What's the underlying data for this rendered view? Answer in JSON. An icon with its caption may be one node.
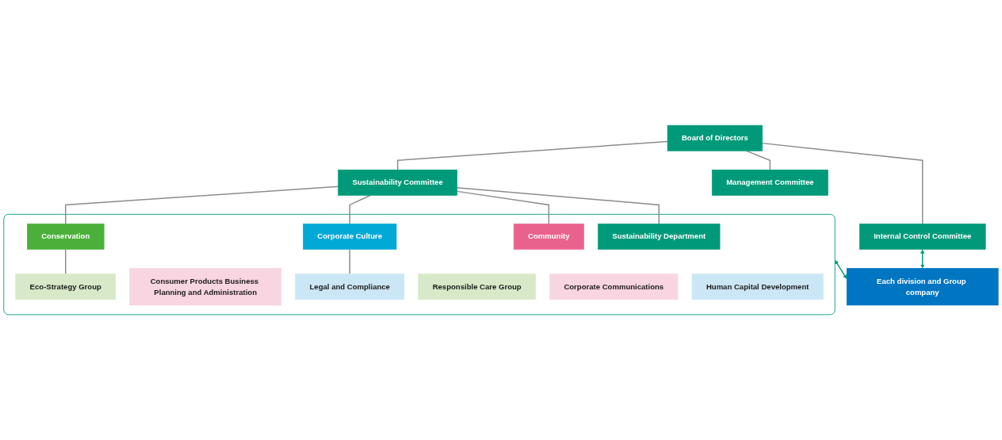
{
  "diagram": {
    "nodes": [
      {
        "text": [
          "Board of Directors"
        ]
      },
      {
        "text": [
          "Internal Control Committee"
        ]
      },
      {
        "text": [
          "Sustainability Committee"
        ]
      },
      {
        "text": [
          "Management Committee"
        ]
      },
      {
        "text": [],
        "shape": "box"
      },
      {
        "text": [
          "Sustainability Department"
        ],
        "in": 4
      },
      {
        "text": [
          "Conservation"
        ],
        "in": 4
      },
      {
        "text": [
          "Community"
        ],
        "in": 4
      },
      {
        "text": [
          "Corporate Culture"
        ],
        "in": 4
      },
      {
        "text": [
          "Eco-Strategy Group"
        ],
        "in": 4
      },
      {
        "text": [
          "Consumer Products Business Planning and Administration"
        ],
        "in": 4
      },
      {
        "text": [
          "Legal and Compliance"
        ],
        "in": 4
      },
      {
        "text": [
          "Responsible Care Group"
        ],
        "in": 4
      },
      {
        "text": [
          "Corporate Communications"
        ],
        "in": 4
      },
      {
        "text": [
          "Human Capital Development"
        ],
        "in": 4
      },
      {
        "text": [
          "Each division and Group company"
        ]
      }
    ],
    "edges": [
      {
        "from": 0,
        "to": 1,
        "arrow": "none"
      },
      {
        "from": 0,
        "to": 2,
        "arrow": "none"
      },
      {
        "from": 0,
        "to": 3,
        "arrow": "none"
      },
      {
        "from": 2,
        "to": 5,
        "arrow": "none"
      },
      {
        "from": 2,
        "to": 6,
        "arrow": "none"
      },
      {
        "from": 2,
        "to": 7,
        "arrow": "none"
      },
      {
        "from": 2,
        "to": 8,
        "arrow": "none"
      },
      {
        "from": 6,
        "to": 9,
        "arrow": "none"
      },
      {
        "from": 8,
        "to": 11,
        "arrow": "none"
      },
      {
        "from": 1,
        "to": 15,
        "arrow": "both",
        "color": "#009a7a"
      },
      {
        "from": 4,
        "to": 15,
        "arrow": "both",
        "color": "#009a7a"
      }
    ]
  }
}
